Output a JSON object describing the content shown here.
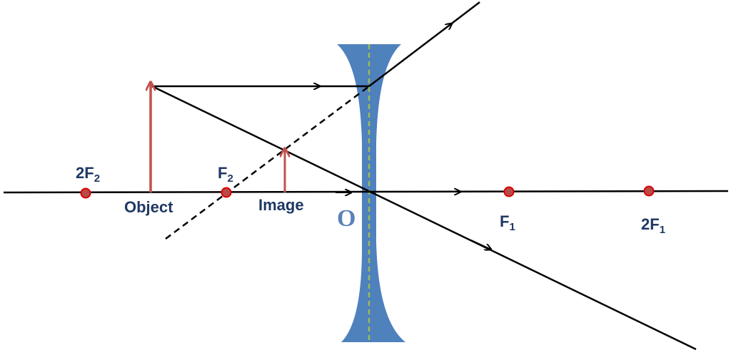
{
  "labels": {
    "two_f2": "2F",
    "two_f2_sub": "2",
    "f2": "F",
    "f2_sub": "2",
    "object": "Object",
    "image": "Image",
    "optical_center": "O",
    "f1": "F",
    "f1_sub": "1",
    "two_f1": "2F",
    "two_f1_sub": "1"
  },
  "colors": {
    "lens": "#4f81bd",
    "axis_dash": "#9bbb59",
    "arrow": "#c0504d",
    "point": "#c0504d",
    "label": "#1f3864"
  }
}
